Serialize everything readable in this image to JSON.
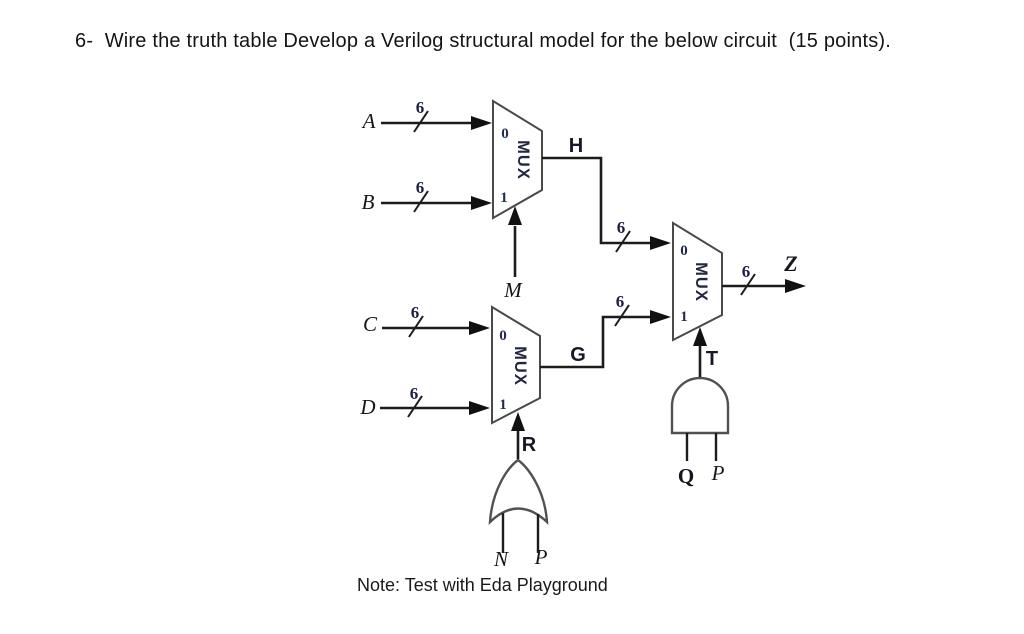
{
  "title": "6-  Wire the truth table Develop a Verilog structural model for the below circuit  (15 points).",
  "note": "Note: Test with Eda Playground",
  "circuit": {
    "bus_width": "6",
    "mux_label": "MUX",
    "port0": "0",
    "port1": "1",
    "inputs": {
      "a": "A",
      "b": "B",
      "c": "C",
      "d": "D"
    },
    "wires": {
      "h": "H",
      "g": "G",
      "z": "Z"
    },
    "selects": {
      "m": "M",
      "r": "R",
      "t": "T"
    },
    "or_gate": {
      "in1": "N",
      "in2": "P"
    },
    "and_gate": {
      "in1": "Q",
      "in2": "P"
    }
  }
}
